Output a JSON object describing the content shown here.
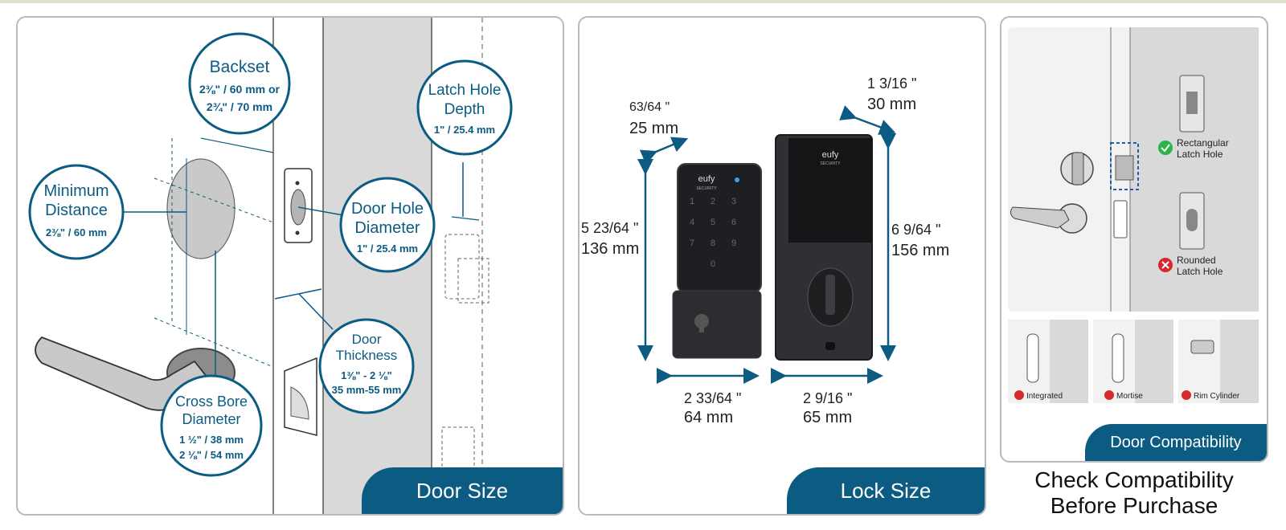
{
  "door_size": {
    "title": "Door Size",
    "backset": {
      "label": "Backset",
      "line1": "2⅜\" / 60 mm or",
      "line2": "2¾\" / 70 mm"
    },
    "min_distance": {
      "label_1": "Minimum",
      "label_2": "Distance",
      "value": "2⅜\" / 60 mm"
    },
    "door_hole": {
      "label_1": "Door Hole",
      "label_2": "Diameter",
      "value": "1\" / 25.4 mm"
    },
    "latch_hole": {
      "label_1": "Latch Hole",
      "label_2": "Depth",
      "value": "1\" / 25.4 mm"
    },
    "door_thickness": {
      "label_1": "Door",
      "label_2": "Thickness",
      "line1": "1⅜\" - 2 ⅛\"",
      "line2": "35 mm-55 mm"
    },
    "cross_bore": {
      "label_1": "Cross Bore",
      "label_2": "Diameter",
      "line1": "1 ½\" / 38 mm",
      "line2": "2 ⅛\" / 54 mm"
    }
  },
  "lock_size": {
    "title": "Lock Size",
    "depth": {
      "imperial": "63/64 \"",
      "metric": "25 mm"
    },
    "front_height": {
      "imperial": "5 23/64 \"",
      "metric": "136 mm"
    },
    "front_width": {
      "imperial": "2 33/64 \"",
      "metric": "64 mm"
    },
    "back_depth": {
      "imperial": "1 3/16 \"",
      "metric": "30 mm"
    },
    "back_height": {
      "imperial": "6 9/64 \"",
      "metric": "156 mm"
    },
    "back_width": {
      "imperial": "2 9/16 \"",
      "metric": "65 mm"
    },
    "brand": "eufy",
    "brand_sub": "SECURITY",
    "keypad": [
      "1",
      "2",
      "3",
      "4",
      "5",
      "6",
      "7",
      "8",
      "9",
      "0"
    ]
  },
  "compatibility": {
    "title": "Door Compatibility",
    "rectangular": {
      "line1": "Rectangular",
      "line2": "Latch Hole",
      "status": "ok"
    },
    "rounded": {
      "line1": "Rounded",
      "line2": "Latch Hole",
      "status": "no"
    },
    "types": [
      "Integrated",
      "Mortise",
      "Rim Cylinder"
    ],
    "caption_1": "Check Compatibility",
    "caption_2": "Before Purchase"
  },
  "colors": {
    "accent": "#0b5b83",
    "ok": "#2eb34a",
    "no": "#d7282f",
    "door": "#d9d9d9"
  }
}
